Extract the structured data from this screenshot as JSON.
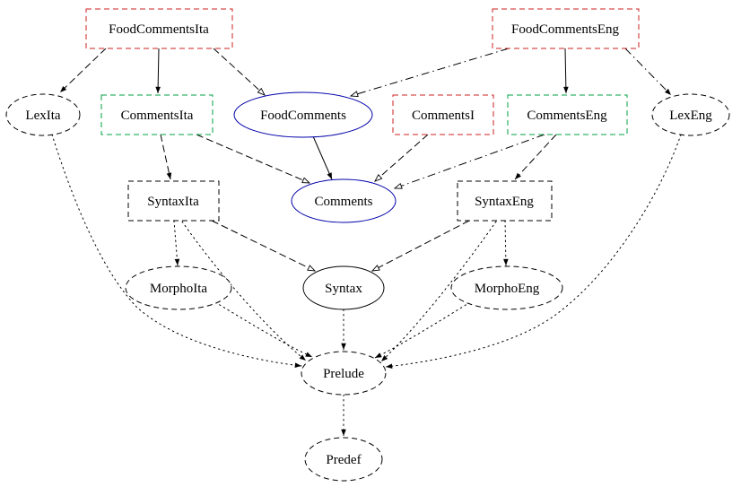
{
  "diagram": {
    "type": "module-dependency-graph",
    "nodes": {
      "foodcommentsita": {
        "label": "FoodCommentsIta",
        "shape": "box",
        "border": "dashed",
        "color": "#cc2020"
      },
      "foodcommentseng": {
        "label": "FoodCommentsEng",
        "shape": "box",
        "border": "dashed",
        "color": "#cc2020"
      },
      "lexita": {
        "label": "LexIta",
        "shape": "ellipse",
        "border": "dashed",
        "color": "#000000"
      },
      "commentsita": {
        "label": "CommentsIta",
        "shape": "box",
        "border": "dashed",
        "color": "#00a040"
      },
      "foodcomments": {
        "label": "FoodComments",
        "shape": "ellipse",
        "border": "solid",
        "color": "#0000aa"
      },
      "commentsi": {
        "label": "CommentsI",
        "shape": "box",
        "border": "dashed",
        "color": "#cc2020"
      },
      "commentseng": {
        "label": "CommentsEng",
        "shape": "box",
        "border": "dashed",
        "color": "#00a040"
      },
      "lexeng": {
        "label": "LexEng",
        "shape": "ellipse",
        "border": "dashed",
        "color": "#000000"
      },
      "syntaxita": {
        "label": "SyntaxIta",
        "shape": "box",
        "border": "dashed",
        "color": "#000000"
      },
      "comments": {
        "label": "Comments",
        "shape": "ellipse",
        "border": "solid",
        "color": "#0000aa"
      },
      "syntaxeng": {
        "label": "SyntaxEng",
        "shape": "box",
        "border": "dashed",
        "color": "#000000"
      },
      "morphoita": {
        "label": "MorphoIta",
        "shape": "ellipse",
        "border": "dashed",
        "color": "#000000"
      },
      "syntax": {
        "label": "Syntax",
        "shape": "ellipse",
        "border": "solid",
        "color": "#000000"
      },
      "morphoeng": {
        "label": "MorphoEng",
        "shape": "ellipse",
        "border": "dashed",
        "color": "#000000"
      },
      "prelude": {
        "label": "Prelude",
        "shape": "ellipse",
        "border": "dashed",
        "color": "#000000"
      },
      "predef": {
        "label": "Predef",
        "shape": "ellipse",
        "border": "dashed",
        "color": "#000000"
      }
    },
    "edges": [
      {
        "from": "FoodCommentsIta",
        "to": "LexIta",
        "line": "dashed",
        "arrowhead": "filled"
      },
      {
        "from": "FoodCommentsIta",
        "to": "CommentsIta",
        "line": "solid",
        "arrowhead": "filled"
      },
      {
        "from": "FoodCommentsIta",
        "to": "FoodComments",
        "line": "dashed",
        "arrowhead": "open"
      },
      {
        "from": "FoodCommentsEng",
        "to": "FoodComments",
        "line": "dashdot",
        "arrowhead": "open"
      },
      {
        "from": "FoodCommentsEng",
        "to": "CommentsEng",
        "line": "solid",
        "arrowhead": "filled"
      },
      {
        "from": "FoodCommentsEng",
        "to": "LexEng",
        "line": "dashdot",
        "arrowhead": "filled"
      },
      {
        "from": "CommentsIta",
        "to": "SyntaxIta",
        "line": "dashed",
        "arrowhead": "filled"
      },
      {
        "from": "CommentsIta",
        "to": "Comments",
        "line": "dashed",
        "arrowhead": "open"
      },
      {
        "from": "FoodComments",
        "to": "Comments",
        "line": "solid",
        "arrowhead": "filled"
      },
      {
        "from": "CommentsI",
        "to": "Comments",
        "line": "dashed",
        "arrowhead": "open"
      },
      {
        "from": "CommentsEng",
        "to": "Comments",
        "line": "dashdot",
        "arrowhead": "open"
      },
      {
        "from": "CommentsEng",
        "to": "SyntaxEng",
        "line": "dashed",
        "arrowhead": "filled"
      },
      {
        "from": "SyntaxIta",
        "to": "MorphoIta",
        "line": "dotted",
        "arrowhead": "filled"
      },
      {
        "from": "SyntaxIta",
        "to": "Syntax",
        "line": "dashed",
        "arrowhead": "open"
      },
      {
        "from": "SyntaxEng",
        "to": "Syntax",
        "line": "dashed",
        "arrowhead": "open"
      },
      {
        "from": "SyntaxEng",
        "to": "MorphoEng",
        "line": "dotted",
        "arrowhead": "filled"
      },
      {
        "from": "LexIta",
        "to": "Prelude",
        "line": "dotted",
        "arrowhead": "filled"
      },
      {
        "from": "SyntaxIta",
        "to": "Prelude",
        "line": "dotted",
        "arrowhead": "filled"
      },
      {
        "from": "MorphoIta",
        "to": "Prelude",
        "line": "dotted",
        "arrowhead": "filled"
      },
      {
        "from": "Syntax",
        "to": "Prelude",
        "line": "dotted",
        "arrowhead": "filled"
      },
      {
        "from": "MorphoEng",
        "to": "Prelude",
        "line": "dotted",
        "arrowhead": "filled"
      },
      {
        "from": "SyntaxEng",
        "to": "Prelude",
        "line": "dotted",
        "arrowhead": "filled"
      },
      {
        "from": "LexEng",
        "to": "Prelude",
        "line": "dotted",
        "arrowhead": "filled"
      },
      {
        "from": "Prelude",
        "to": "Predef",
        "line": "dotted",
        "arrowhead": "filled"
      }
    ]
  }
}
